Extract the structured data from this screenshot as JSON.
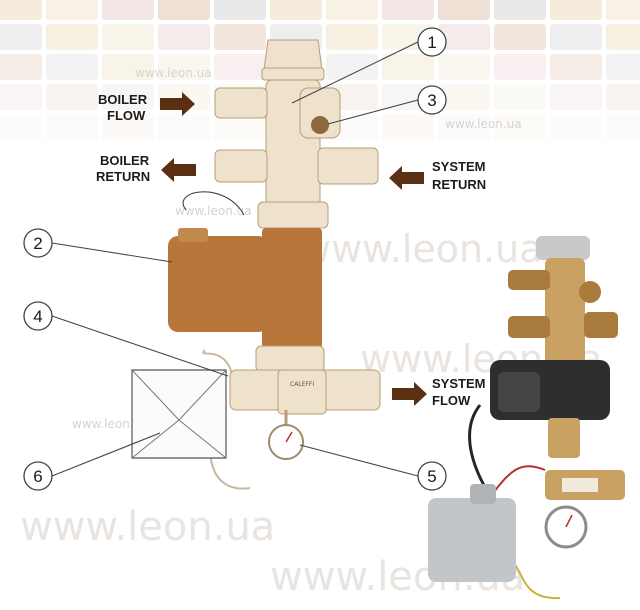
{
  "labels": {
    "boiler_flow": [
      "BOILER",
      "FLOW"
    ],
    "boiler_return": [
      "BOILER",
      "RETURN"
    ],
    "system_return": [
      "SYSTEM",
      "RETURN"
    ],
    "system_flow": [
      "SYSTEM",
      "FLOW"
    ]
  },
  "callouts": [
    "1",
    "2",
    "3",
    "4",
    "5",
    "6"
  ],
  "watermark": "www.leon.ua",
  "brand_text": "CALEFFI",
  "colors": {
    "arrow": "#5b2f12",
    "brass": "#c9a163",
    "pale_brass": "#eee2cc",
    "pump": "#b8763a",
    "mosaic": [
      "#f1e6cf",
      "#e9d6c7",
      "#f5eedd",
      "#e2e2e2",
      "#f0dede"
    ]
  }
}
